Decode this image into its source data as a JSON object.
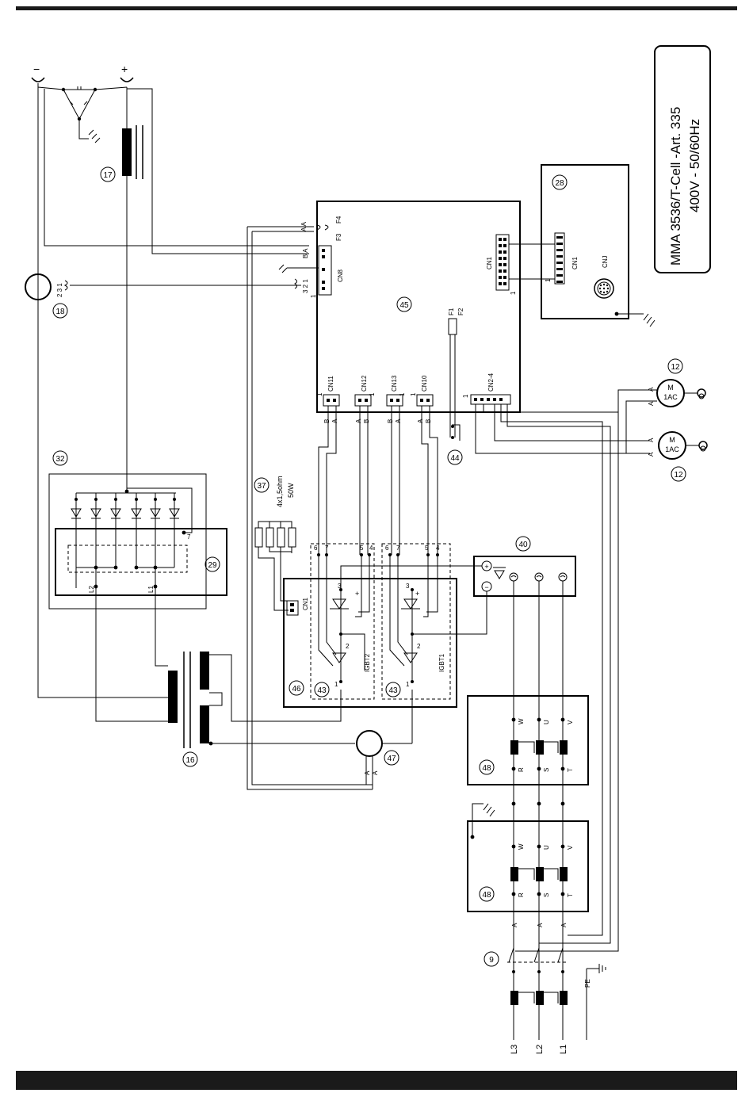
{
  "title": {
    "model": "MMA 3536/T-Cell -Art. 335",
    "supply": "400V - 50/60Hz"
  },
  "refs": {
    "r9": "9",
    "r12a": "12",
    "r12b": "12",
    "r16": "16",
    "r17": "17",
    "r18": "18",
    "r28": "28",
    "r29": "29",
    "r32": "32",
    "r37": "37",
    "r40": "40",
    "r43a": "43",
    "r43b": "43",
    "r44": "44",
    "r45": "45",
    "r46": "46",
    "r47": "47",
    "r48a": "48",
    "r48b": "48"
  },
  "resistor": {
    "value": "4x1,5ohm",
    "power": "50W"
  },
  "connectors": {
    "cn1": "CN1",
    "cn1_panel": "CN1",
    "cnj": "CNJ",
    "cn8": "CN8",
    "cn11": "CN11",
    "cn12": "CN12",
    "cn13": "CN13",
    "cn10": "CN10",
    "cn24": "CN2-4",
    "cn1_res": "CN1"
  },
  "fuses": {
    "f1": "F1",
    "f2": "F2",
    "f3": "F3",
    "f4": "F4"
  },
  "igbt": {
    "a": "IGBT2",
    "b": "IGBT1"
  },
  "motor": {
    "m": "M",
    "type": "1AC"
  },
  "phases": {
    "l1": "L1",
    "l2": "L2",
    "l3": "L3",
    "pe": "PE"
  },
  "bridge": {
    "l1": "L1",
    "l2": "L2"
  },
  "terms": {
    "r": "R",
    "s": "S",
    "t": "T",
    "u": "U",
    "v": "V",
    "w": "W"
  },
  "polarity": {
    "minus": "−",
    "plus": "+"
  },
  "pins": {
    "a": "A",
    "b": "B",
    "one": "1",
    "two": "2",
    "three": "3",
    "four": "4",
    "five": "5",
    "six": "6",
    "seven": "7",
    "aa": "A A",
    "ba": "B A",
    "p321": "3 2 1",
    "p231": "2 3 1"
  }
}
